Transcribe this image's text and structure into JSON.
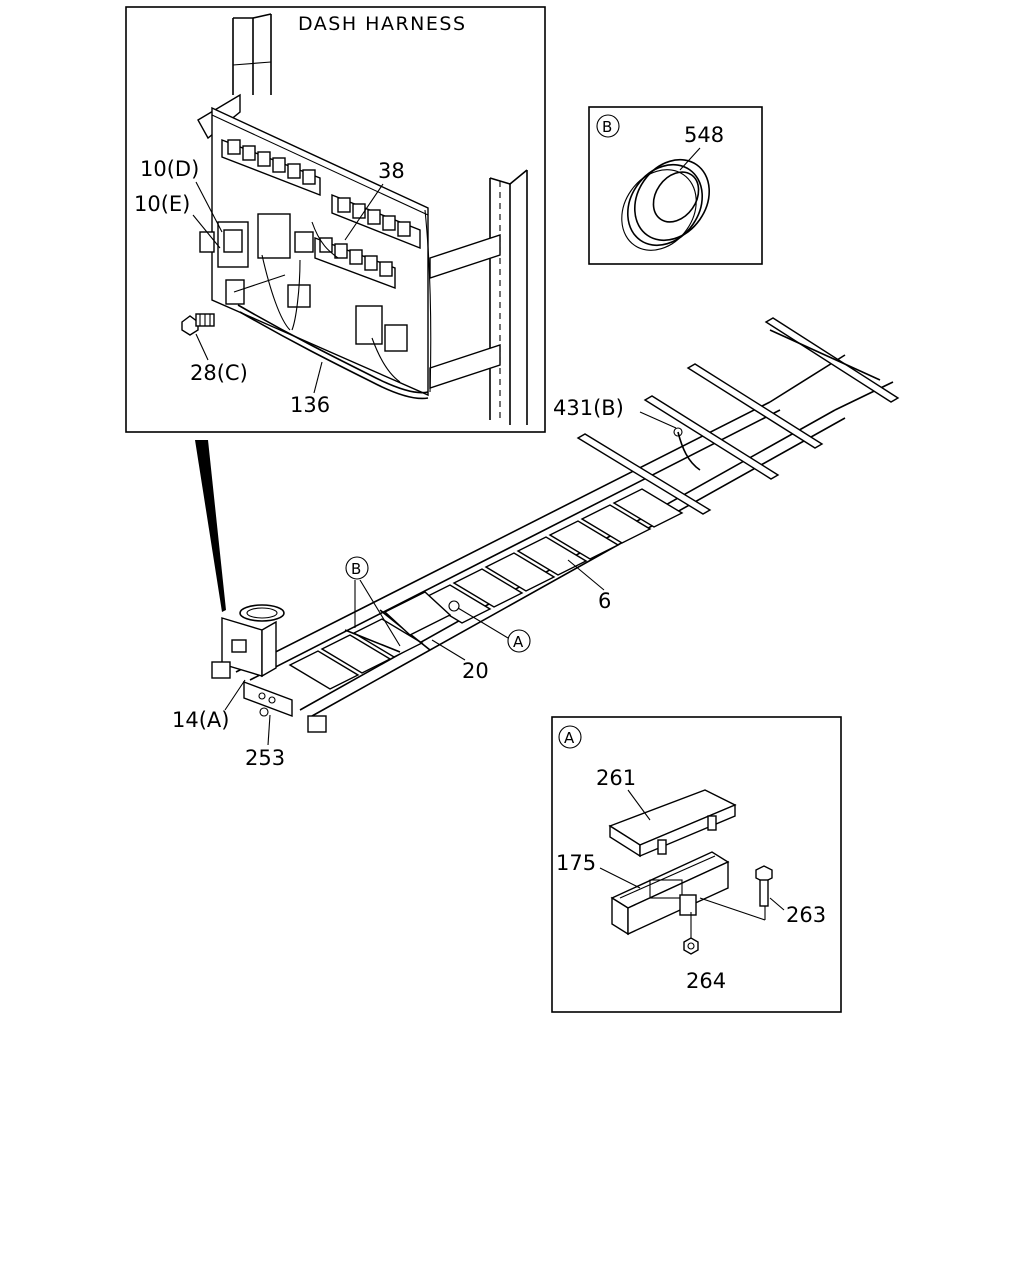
{
  "inset_dash": {
    "title": "DASH HARNESS",
    "labels": {
      "part_10d": "10(D)",
      "part_10e": "10(E)",
      "part_38": "38",
      "part_28c": "28(C)",
      "part_136": "136"
    }
  },
  "inset_b": {
    "marker": "B",
    "labels": {
      "part_548": "548"
    }
  },
  "inset_a": {
    "marker": "A",
    "labels": {
      "part_261": "261",
      "part_175": "175",
      "part_263": "263",
      "part_264": "264"
    }
  },
  "main": {
    "labels": {
      "part_431b": "431(B)",
      "part_6": "6",
      "part_20": "20",
      "part_14a": "14(A)",
      "part_253": "253"
    },
    "markers": {
      "b": "B",
      "a": "A"
    }
  },
  "colors": {
    "ink": "#000000",
    "paper": "#ffffff"
  }
}
